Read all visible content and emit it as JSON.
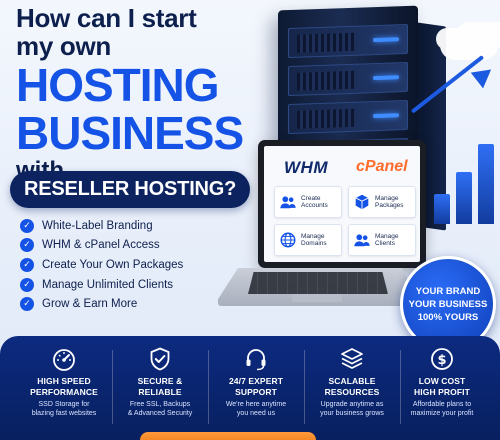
{
  "headline": {
    "line1": "How can I start",
    "line2": "my own",
    "big1": "HOSTING",
    "big2": "BUSINESS",
    "with": "with",
    "pill": "RESELLER HOSTING?"
  },
  "features": [
    {
      "label": "White-Label Branding",
      "icon": "check-circle-icon"
    },
    {
      "label": "WHM & cPanel Access",
      "icon": "check-circle-icon"
    },
    {
      "label": "Create Your Own Packages",
      "icon": "check-circle-icon"
    },
    {
      "label": "Manage Unlimited Clients",
      "icon": "check-circle-icon"
    },
    {
      "label": "Grow & Earn More",
      "icon": "check-circle-icon"
    }
  ],
  "laptop": {
    "whm_logo": "WHM",
    "cpanel_logo": "cPanel",
    "tiles": [
      {
        "label1": "Create",
        "label2": "Accounts",
        "icon": "users-icon"
      },
      {
        "label1": "Manage",
        "label2": "Packages",
        "icon": "package-icon"
      },
      {
        "label1": "Manage",
        "label2": "Domains",
        "icon": "globe-icon"
      },
      {
        "label1": "Manage",
        "label2": "Clients",
        "icon": "users-icon"
      }
    ]
  },
  "badge": {
    "line1": "YOUR BRAND",
    "line2": "YOUR BUSINESS",
    "line3": "100% YOURS"
  },
  "benefits": [
    {
      "title1": "HIGH SPEED",
      "title2": "PERFORMANCE",
      "desc1": "SSD Storage for",
      "desc2": "blazing fast websites",
      "icon": "speedometer-icon"
    },
    {
      "title1": "SECURE &",
      "title2": "RELIABLE",
      "desc1": "Free SSL, Backups",
      "desc2": "& Advanced Security",
      "icon": "shield-check-icon"
    },
    {
      "title1": "24/7 EXPERT",
      "title2": "SUPPORT",
      "desc1": "We're here anytime",
      "desc2": "you need us",
      "icon": "headset-icon"
    },
    {
      "title1": "SCALABLE",
      "title2": "RESOURCES",
      "desc1": "Upgrade anytime as",
      "desc2": "your business grows",
      "icon": "layers-icon"
    },
    {
      "title1": "LOW COST",
      "title2": "HIGH PROFIT",
      "desc1": "Affordable plans to",
      "desc2": "maximize your profit",
      "icon": "dollar-coin-icon"
    }
  ],
  "colors": {
    "primary_blue": "#1553e6",
    "navy": "#0c2360",
    "cpanel_orange": "#ff6c2c",
    "cta_orange": "#f07a12"
  }
}
